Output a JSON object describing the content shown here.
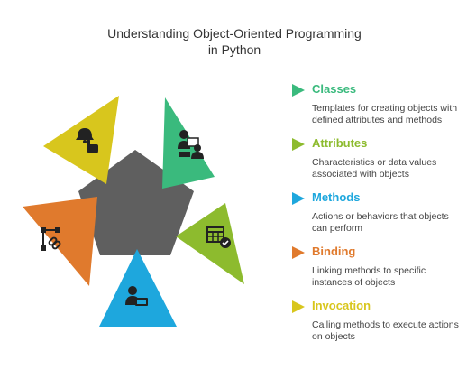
{
  "title": {
    "line1": "Understanding Object-Oriented Programming",
    "line2": "in Python"
  },
  "items": [
    {
      "title": "Classes",
      "description": "Templates for creating objects with defined attributes and methods",
      "color": "#3aba7d",
      "icon": "people-presentation-icon"
    },
    {
      "title": "Attributes",
      "description": "Characteristics or data values associated with objects",
      "color": "#8dbb2e",
      "icon": "table-check-icon"
    },
    {
      "title": "Methods",
      "description": "Actions or behaviors that objects can perform",
      "color": "#1ea7dd",
      "icon": "user-laptop-icon"
    },
    {
      "title": "Binding",
      "description": "Linking methods to specific instances of objects",
      "color": "#e07a2d",
      "icon": "linked-nodes-icon"
    },
    {
      "title": "Invocation",
      "description": "Calling methods to execute actions on objects",
      "color": "#d8c61d",
      "icon": "tap-bell-icon"
    }
  ],
  "center_color": "#5f5f5f"
}
